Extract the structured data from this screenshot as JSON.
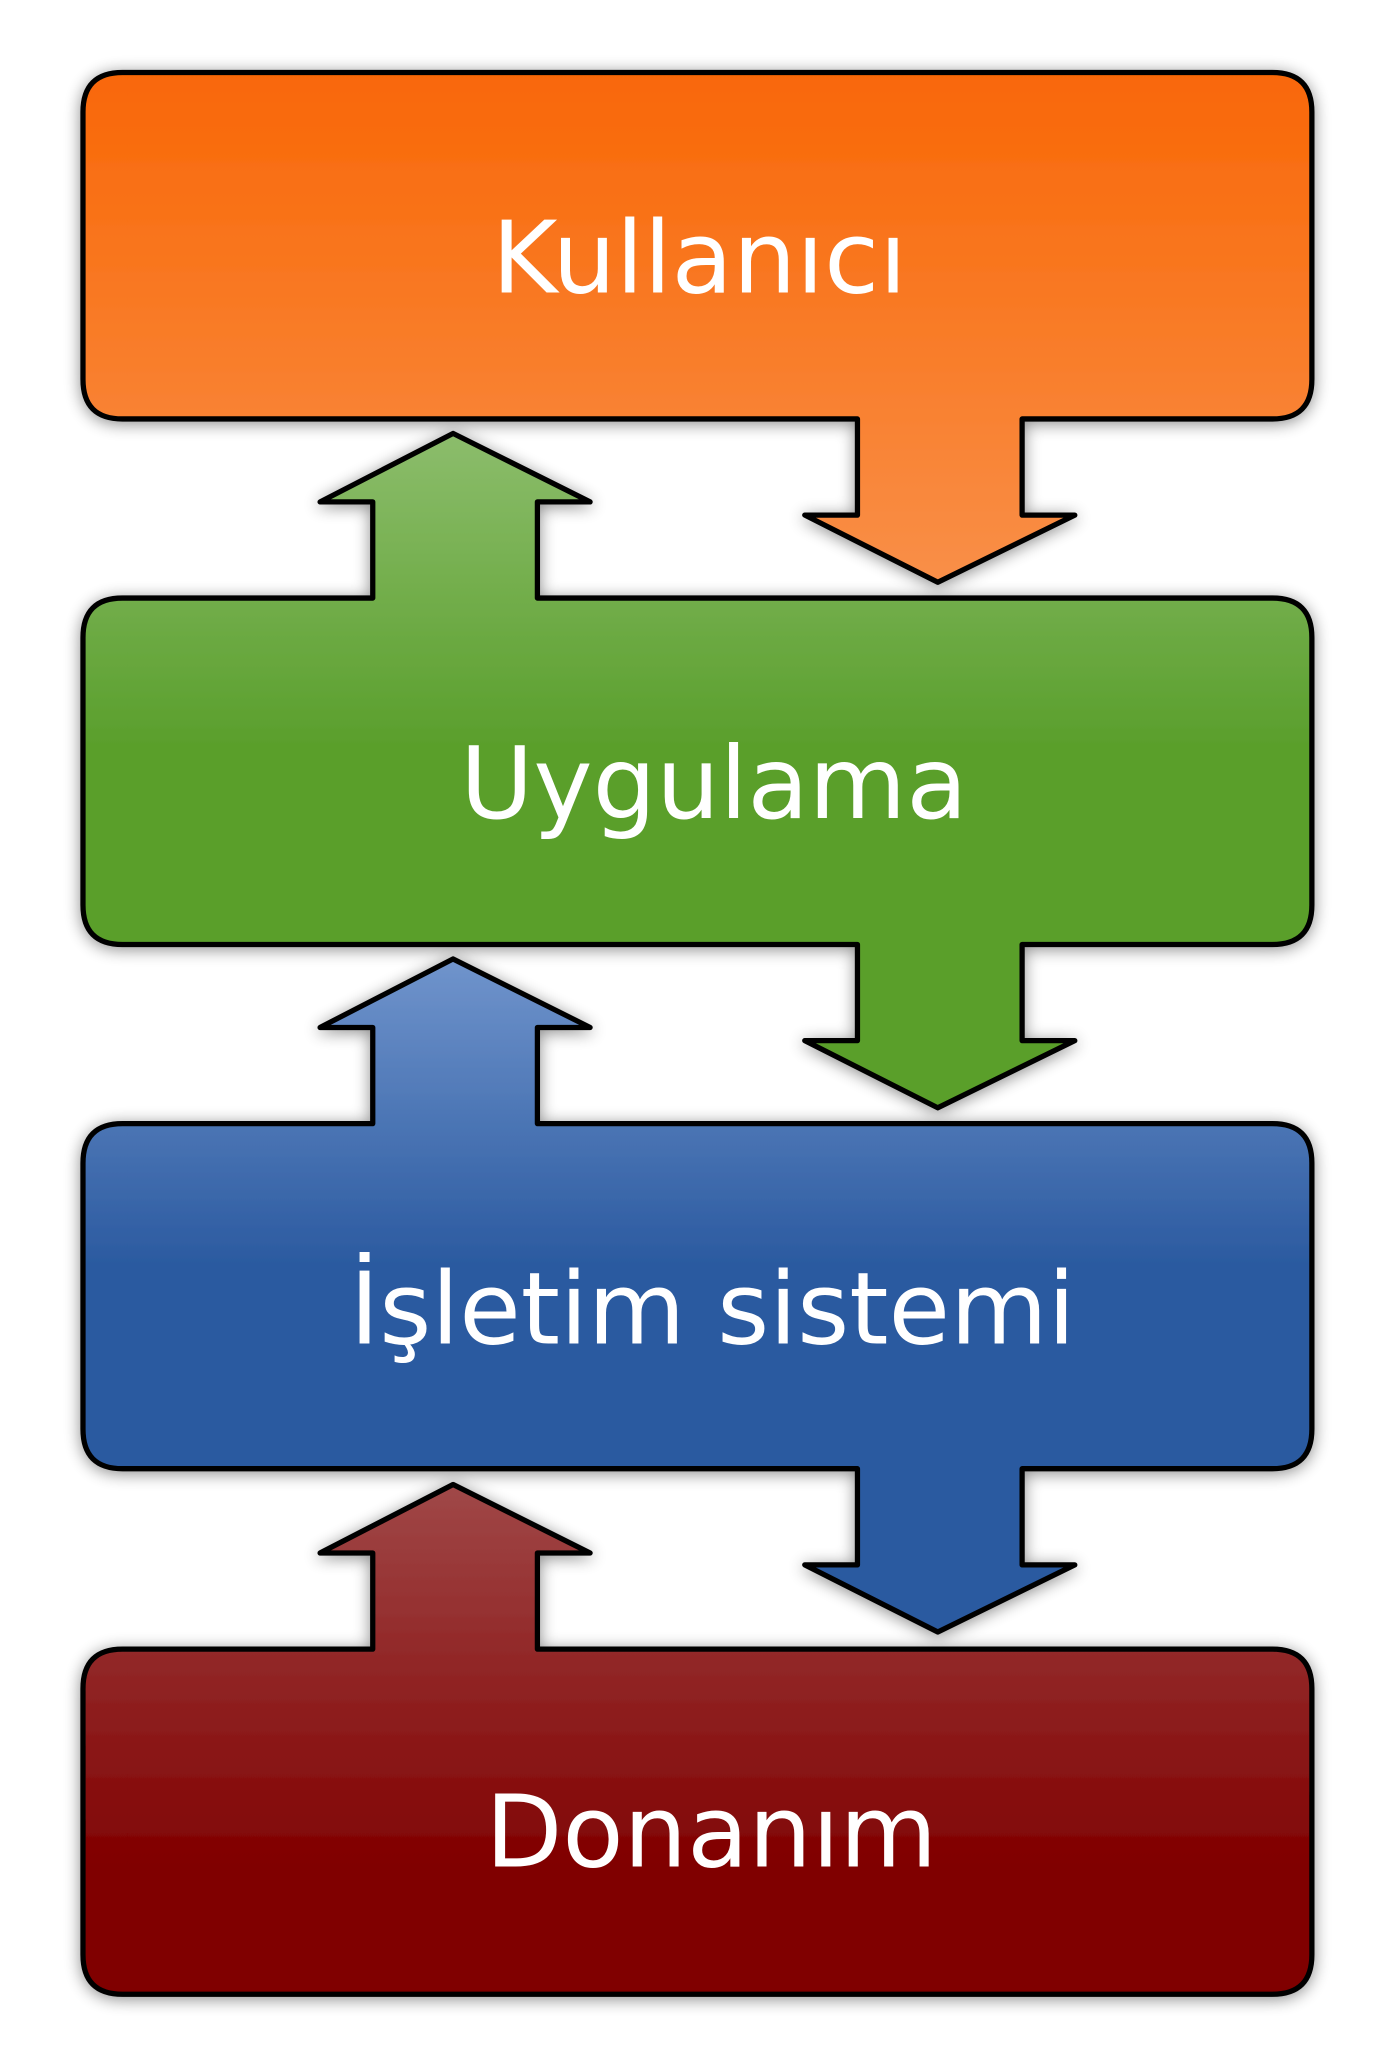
{
  "diagram": {
    "title": "",
    "layers": [
      {
        "label": "Kullanıcı",
        "color_top": "#f96706",
        "color_bottom": "#f98f48"
      },
      {
        "label": "Uygulama",
        "color_top": "#8cbd6c",
        "color_bottom": "#5a9f2c"
      },
      {
        "label": "İşletim sistemi",
        "color_top": "#7094cc",
        "color_bottom": "#2b5aa0"
      },
      {
        "label": "Donanım",
        "color_top": "#a04848",
        "color_bottom": "#800000"
      }
    ],
    "connections": [
      {
        "from": "Kullanıcı",
        "to": "Uygulama",
        "direction": "down"
      },
      {
        "from": "Uygulama",
        "to": "Kullanıcı",
        "direction": "up"
      },
      {
        "from": "Uygulama",
        "to": "İşletim sistemi",
        "direction": "down"
      },
      {
        "from": "İşletim sistemi",
        "to": "Uygulama",
        "direction": "up"
      },
      {
        "from": "İşletim sistemi",
        "to": "Donanım",
        "direction": "down"
      },
      {
        "from": "Donanım",
        "to": "İşletim sistemi",
        "direction": "up"
      }
    ]
  }
}
